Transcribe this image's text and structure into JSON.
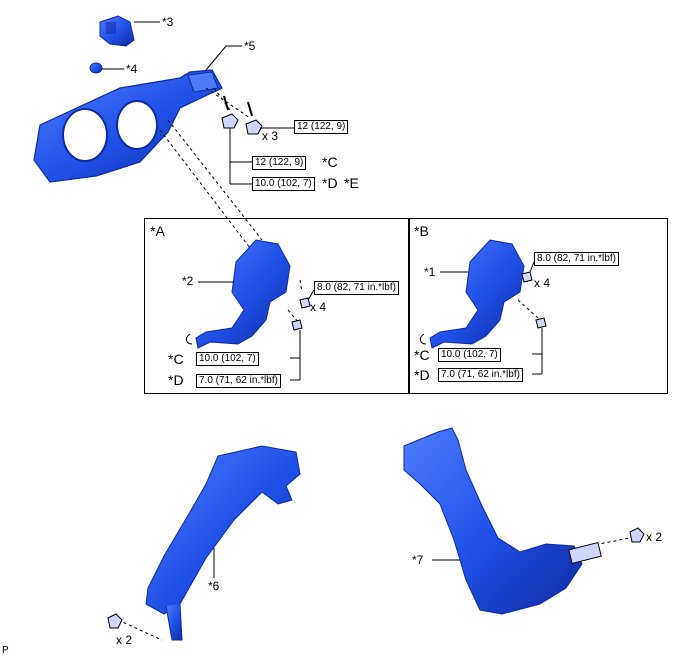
{
  "parts": {
    "p1": "*1",
    "p2": "*2",
    "p3": "*3",
    "p4": "*4",
    "p5": "*5",
    "p6": "*6",
    "p7": "*7"
  },
  "panels": {
    "a": "*A",
    "b": "*B"
  },
  "torques": {
    "t12_x3": "12 (122, 9)",
    "t12_c": "12 (122, 9)",
    "t10_d": "10.0 (102, 7)",
    "a_8": "8.0 (82, 71 in.*lbf)",
    "a_10": "10.0 (102, 7)",
    "a_7": "7.0 (71, 62 in.*lbf)",
    "b_8": "8.0 (82, 71 in.*lbf)",
    "b_10": "10.0 (102, 7)",
    "b_7": "7.0 (71, 62 in.*lbf)"
  },
  "qty": {
    "x3": "x 3",
    "x4a": "x 4",
    "x4b": "x 4",
    "x2a": "x 2",
    "x2b": "x 2"
  },
  "tags": {
    "c1": "*C",
    "d1": "*D",
    "e1": "*E",
    "c2": "*C",
    "d2": "*D",
    "c3": "*C",
    "d3": "*D"
  },
  "footer": "P",
  "colors": {
    "part": "#1e4fe6",
    "part_dark": "#0d2a9e",
    "part_light": "#4d7dff"
  }
}
